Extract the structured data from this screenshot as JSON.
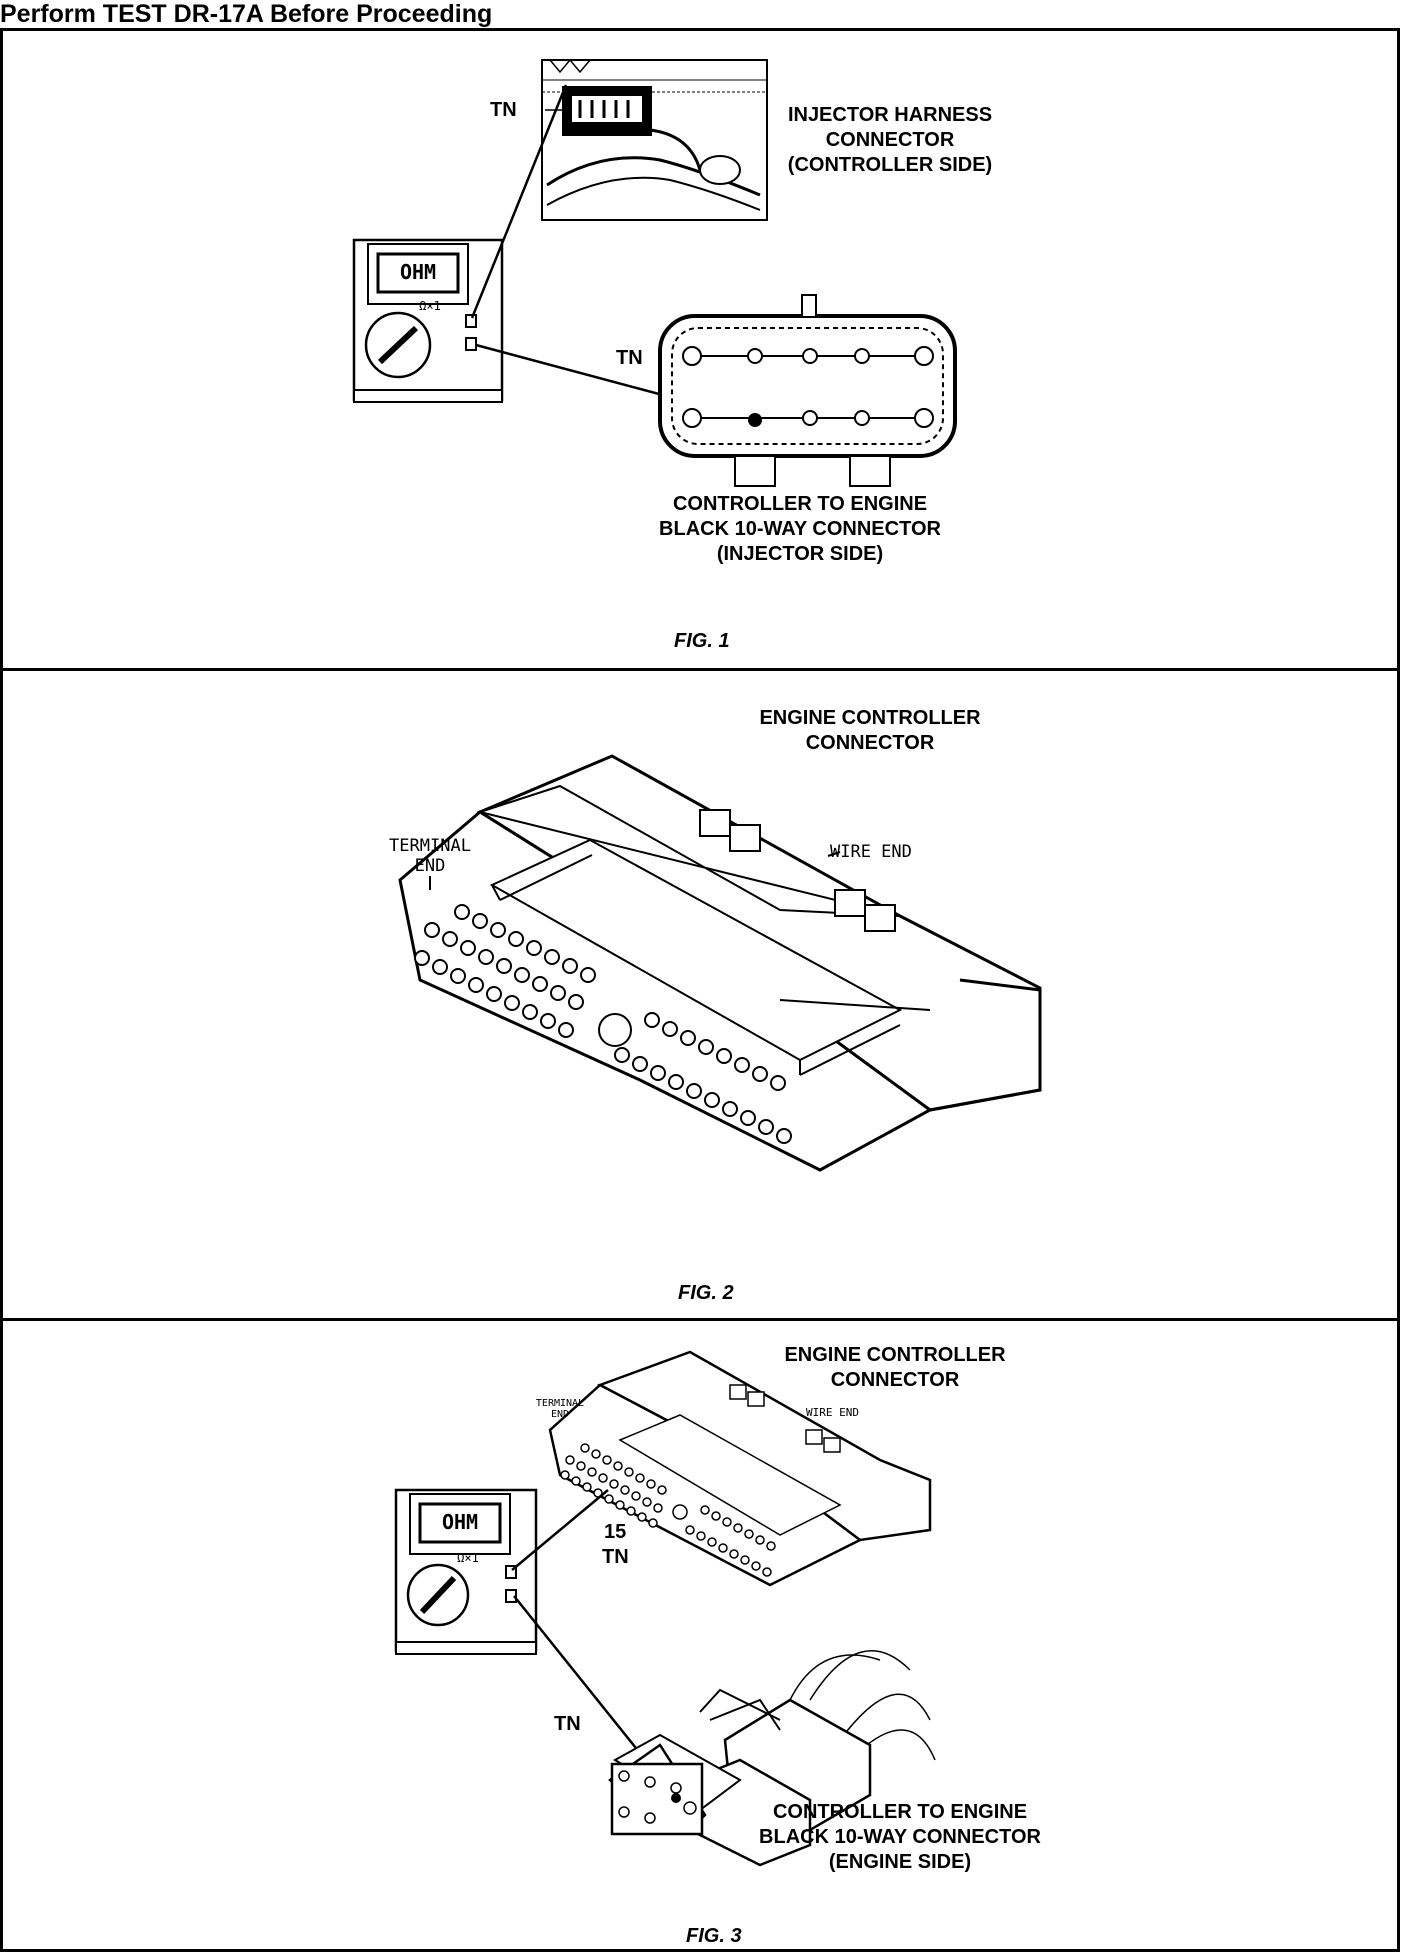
{
  "header": {
    "title": "Perform TEST DR-17A Before Proceeding"
  },
  "fig1": {
    "caption": "FIG. 1",
    "tn_top": "TN",
    "tn_mid": "TN",
    "injector_label": [
      "INJECTOR HARNESS",
      "CONNECTOR",
      "(CONTROLLER SIDE)"
    ],
    "connector_label": [
      "CONTROLLER TO ENGINE",
      "BLACK 10-WAY CONNECTOR",
      "(INJECTOR SIDE)"
    ],
    "meter_display": "OHM",
    "meter_range": "Ω×1"
  },
  "fig2": {
    "caption": "FIG. 2",
    "connector_label": [
      "ENGINE CONTROLLER",
      "CONNECTOR"
    ],
    "terminal_end": [
      "TERMINAL",
      "END"
    ],
    "wire_end": "WIRE END"
  },
  "fig3": {
    "caption": "FIG. 3",
    "connector_label": [
      "ENGINE CONTROLLER",
      "CONNECTOR"
    ],
    "terminal_end": [
      "TERMINAL",
      "END"
    ],
    "wire_end": "WIRE END",
    "pin_label": "15",
    "tn_a": "TN",
    "tn_b": "TN",
    "meter_display": "OHM",
    "meter_range": "Ω×1",
    "lower_connector_label": [
      "CONTROLLER TO ENGINE",
      "BLACK 10-WAY CONNECTOR",
      "(ENGINE SIDE)"
    ]
  }
}
